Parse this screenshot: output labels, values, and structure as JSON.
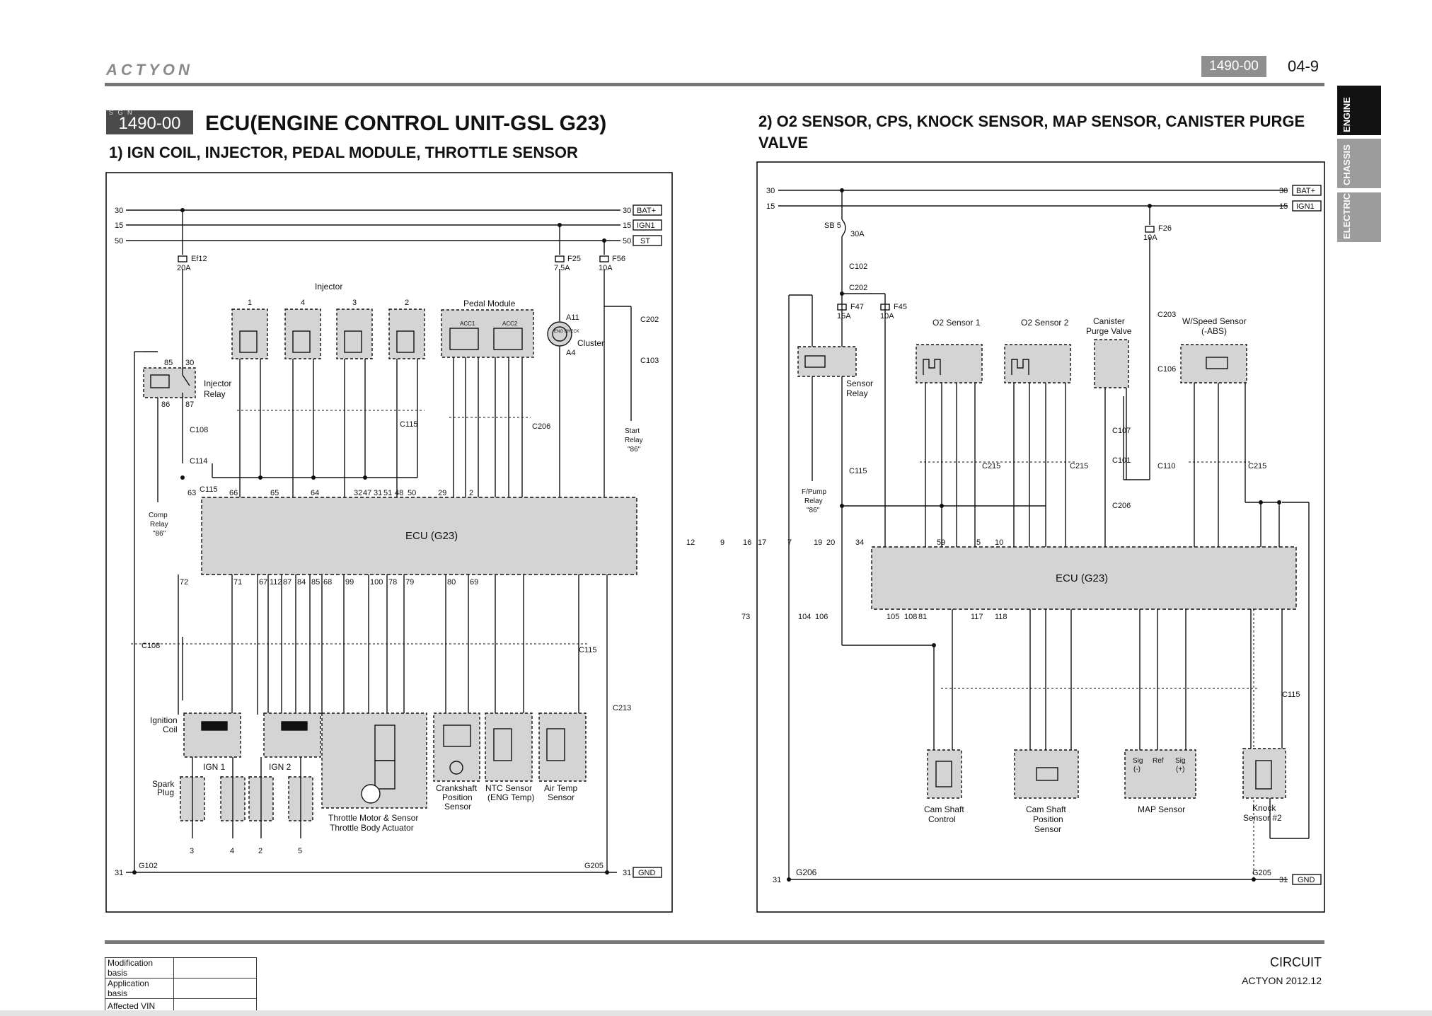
{
  "header": {
    "brand": "ACTYON",
    "code": "1490-00",
    "page": "04-9"
  },
  "tabs": [
    {
      "label": "ENGINE",
      "color": "#111111"
    },
    {
      "label": "CHASSIS",
      "color": "#9c9c9c"
    },
    {
      "label": "ELECTRIC",
      "color": "#9c9c9c"
    }
  ],
  "section": {
    "badge_small": "S G N",
    "badge": "1490-00",
    "title": "ECU(ENGINE CONTROL UNIT-GSL G23)"
  },
  "sub1": "1)  IGN COIL, INJECTOR, PEDAL MODULE, THROTTLE SENSOR",
  "sub2": "2)  O2 SENSOR, CPS, KNOCK SENSOR, MAP SENSOR, CANISTER PURGE VALVE",
  "footer": {
    "rows": [
      "Modification basis",
      "Application basis",
      "Affected VIN"
    ],
    "label": "CIRCUIT",
    "edition": "ACTYON 2012.12"
  },
  "left": {
    "rails": [
      "30",
      "15",
      "50"
    ],
    "rail_tags": [
      "BAT+",
      "IGN1",
      "ST"
    ],
    "gnd": "31",
    "gnd_tag": "GND",
    "g1": "G102",
    "g2": "G205",
    "ef12": "Ef12",
    "ef12a": "20A",
    "f25": "F25",
    "f25a": "7.5A",
    "f56": "F56",
    "f56a": "10A",
    "injector": "Injector",
    "inj_nums": [
      "1",
      "4",
      "3",
      "2"
    ],
    "pedal": "Pedal Module",
    "acc1": "ACC1",
    "acc2": "ACC2",
    "a11": "A11",
    "a4": "A4",
    "cluster": "Cluster",
    "eng": "ENG CHECK",
    "injrelay": [
      "Injector",
      "Relay"
    ],
    "r85": "85",
    "r30": "30",
    "r86": "86",
    "r87": "87",
    "comp": [
      "Comp",
      "Relay",
      "\"86\""
    ],
    "start": [
      "Start",
      "Relay",
      "\"86\""
    ],
    "ecu": "ECU (G23)",
    "c108": "C108",
    "c114": "C114",
    "c115": "C115",
    "c206": "C206",
    "c202": "C202",
    "c103": "C103",
    "c213": "C213",
    "top_pins": [
      [
        "63",
        263
      ],
      [
        "66",
        322
      ],
      [
        "65",
        380
      ],
      [
        "64",
        437
      ],
      [
        "32",
        498
      ],
      [
        "47",
        511
      ],
      [
        "31",
        526
      ],
      [
        "51",
        540
      ],
      [
        "48",
        556
      ],
      [
        "50",
        574
      ],
      [
        "29",
        617
      ],
      [
        "2",
        661
      ]
    ],
    "bot_pins": [
      [
        "72",
        252
      ],
      [
        "71",
        328
      ],
      [
        "67",
        364
      ],
      [
        "112",
        379
      ],
      [
        "87",
        398
      ],
      [
        "84",
        418
      ],
      [
        "85",
        438
      ],
      [
        "68",
        455
      ],
      [
        "99",
        486
      ],
      [
        "100",
        521
      ],
      [
        "78",
        547
      ],
      [
        "79",
        571
      ],
      [
        "80",
        630
      ],
      [
        "69",
        662
      ]
    ],
    "icons": [
      "IGN 1",
      "IGN 2"
    ],
    "coil": [
      "Ignition",
      "Coil"
    ],
    "spark": [
      "Spark",
      "Plug"
    ],
    "plugs": [
      "3",
      "4",
      "2",
      "5"
    ],
    "throttle": [
      "Throttle Motor & Sensor",
      "Throttle Body Actuator"
    ],
    "crank": [
      "Crankshaft",
      "Position",
      "Sensor"
    ],
    "ntc": [
      "NTC Sensor",
      "(ENG Temp)"
    ],
    "air": [
      "Air Temp",
      "Sensor"
    ]
  },
  "right": {
    "rails": [
      "30",
      "15"
    ],
    "rail_tags": [
      "BAT+",
      "IGN1"
    ],
    "gnd": "31",
    "gnd_tag": "GND",
    "g1": "G206",
    "g2": "G205",
    "sb5": "SB 5",
    "sb5a": "30A",
    "f26": "F26",
    "f26a": "10A",
    "f47": "F47",
    "f47a": "15A",
    "f45": "F45",
    "f45a": "10A",
    "c102": "C102",
    "c202": "C202",
    "c203": "C203",
    "c106": "C106",
    "c110": "C110",
    "c107": "C107",
    "c101": "C101",
    "c206": "C206",
    "c215": "C215",
    "c115": "C115",
    "o2s1": "O2 Sensor 1",
    "o2s2": "O2 Sensor 2",
    "canister": [
      "Canister",
      "Purge Valve"
    ],
    "wspeed": [
      "W/Speed Sensor",
      "(-ABS)"
    ],
    "srelay": [
      "Sensor",
      "Relay"
    ],
    "fpump": [
      "F/Pump",
      "Relay",
      "\"86\""
    ],
    "ecu": "ECU (G23)",
    "top_pins": [
      [
        "12",
        968
      ],
      [
        "9",
        1016
      ],
      [
        "16",
        1048
      ],
      [
        "17",
        1069
      ],
      [
        "7",
        1111
      ],
      [
        "19",
        1148
      ],
      [
        "20",
        1166
      ],
      [
        "34",
        1207
      ],
      [
        "59",
        1322
      ],
      [
        "5",
        1378
      ],
      [
        "10",
        1404
      ]
    ],
    "bot_pins": [
      [
        "73",
        1046
      ],
      [
        "104",
        1126
      ],
      [
        "106",
        1150
      ],
      [
        "105",
        1251
      ],
      [
        "108",
        1276
      ],
      [
        "81",
        1296
      ],
      [
        "117",
        1370
      ],
      [
        "118",
        1404
      ]
    ],
    "cam": [
      "Cam Shaft",
      "Control"
    ],
    "camp": [
      "Cam Shaft",
      "Position",
      "Sensor"
    ],
    "map": "MAP Sensor",
    "knock": [
      "Knock",
      "Sensor #2"
    ],
    "map_pins": [
      "Sig",
      "(-)",
      "Ref",
      "Sig",
      "(+)"
    ]
  }
}
